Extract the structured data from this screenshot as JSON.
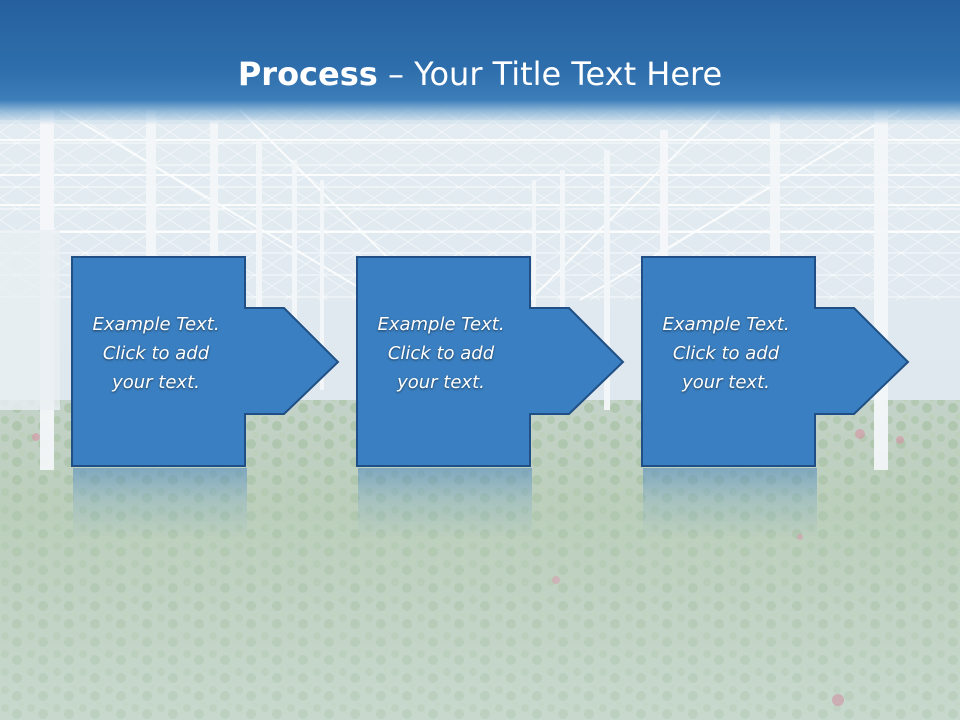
{
  "title": {
    "bold": "Process",
    "dash": " – ",
    "rest": "Your Title Text Here"
  },
  "steps": [
    {
      "line1": "Example Text.",
      "line2": "Click  to add",
      "line3": "your text."
    },
    {
      "line1": "Example Text.",
      "line2": "Click  to add",
      "line3": "your text."
    },
    {
      "line1": "Example Text.",
      "line2": "Click  to add",
      "line3": "your text."
    }
  ],
  "colors": {
    "title_band": "#2e6eac",
    "box_fill": "#3a7fc1",
    "box_border": "#1f4f84",
    "text": "#ffffff"
  },
  "background": "greenhouse-photo"
}
